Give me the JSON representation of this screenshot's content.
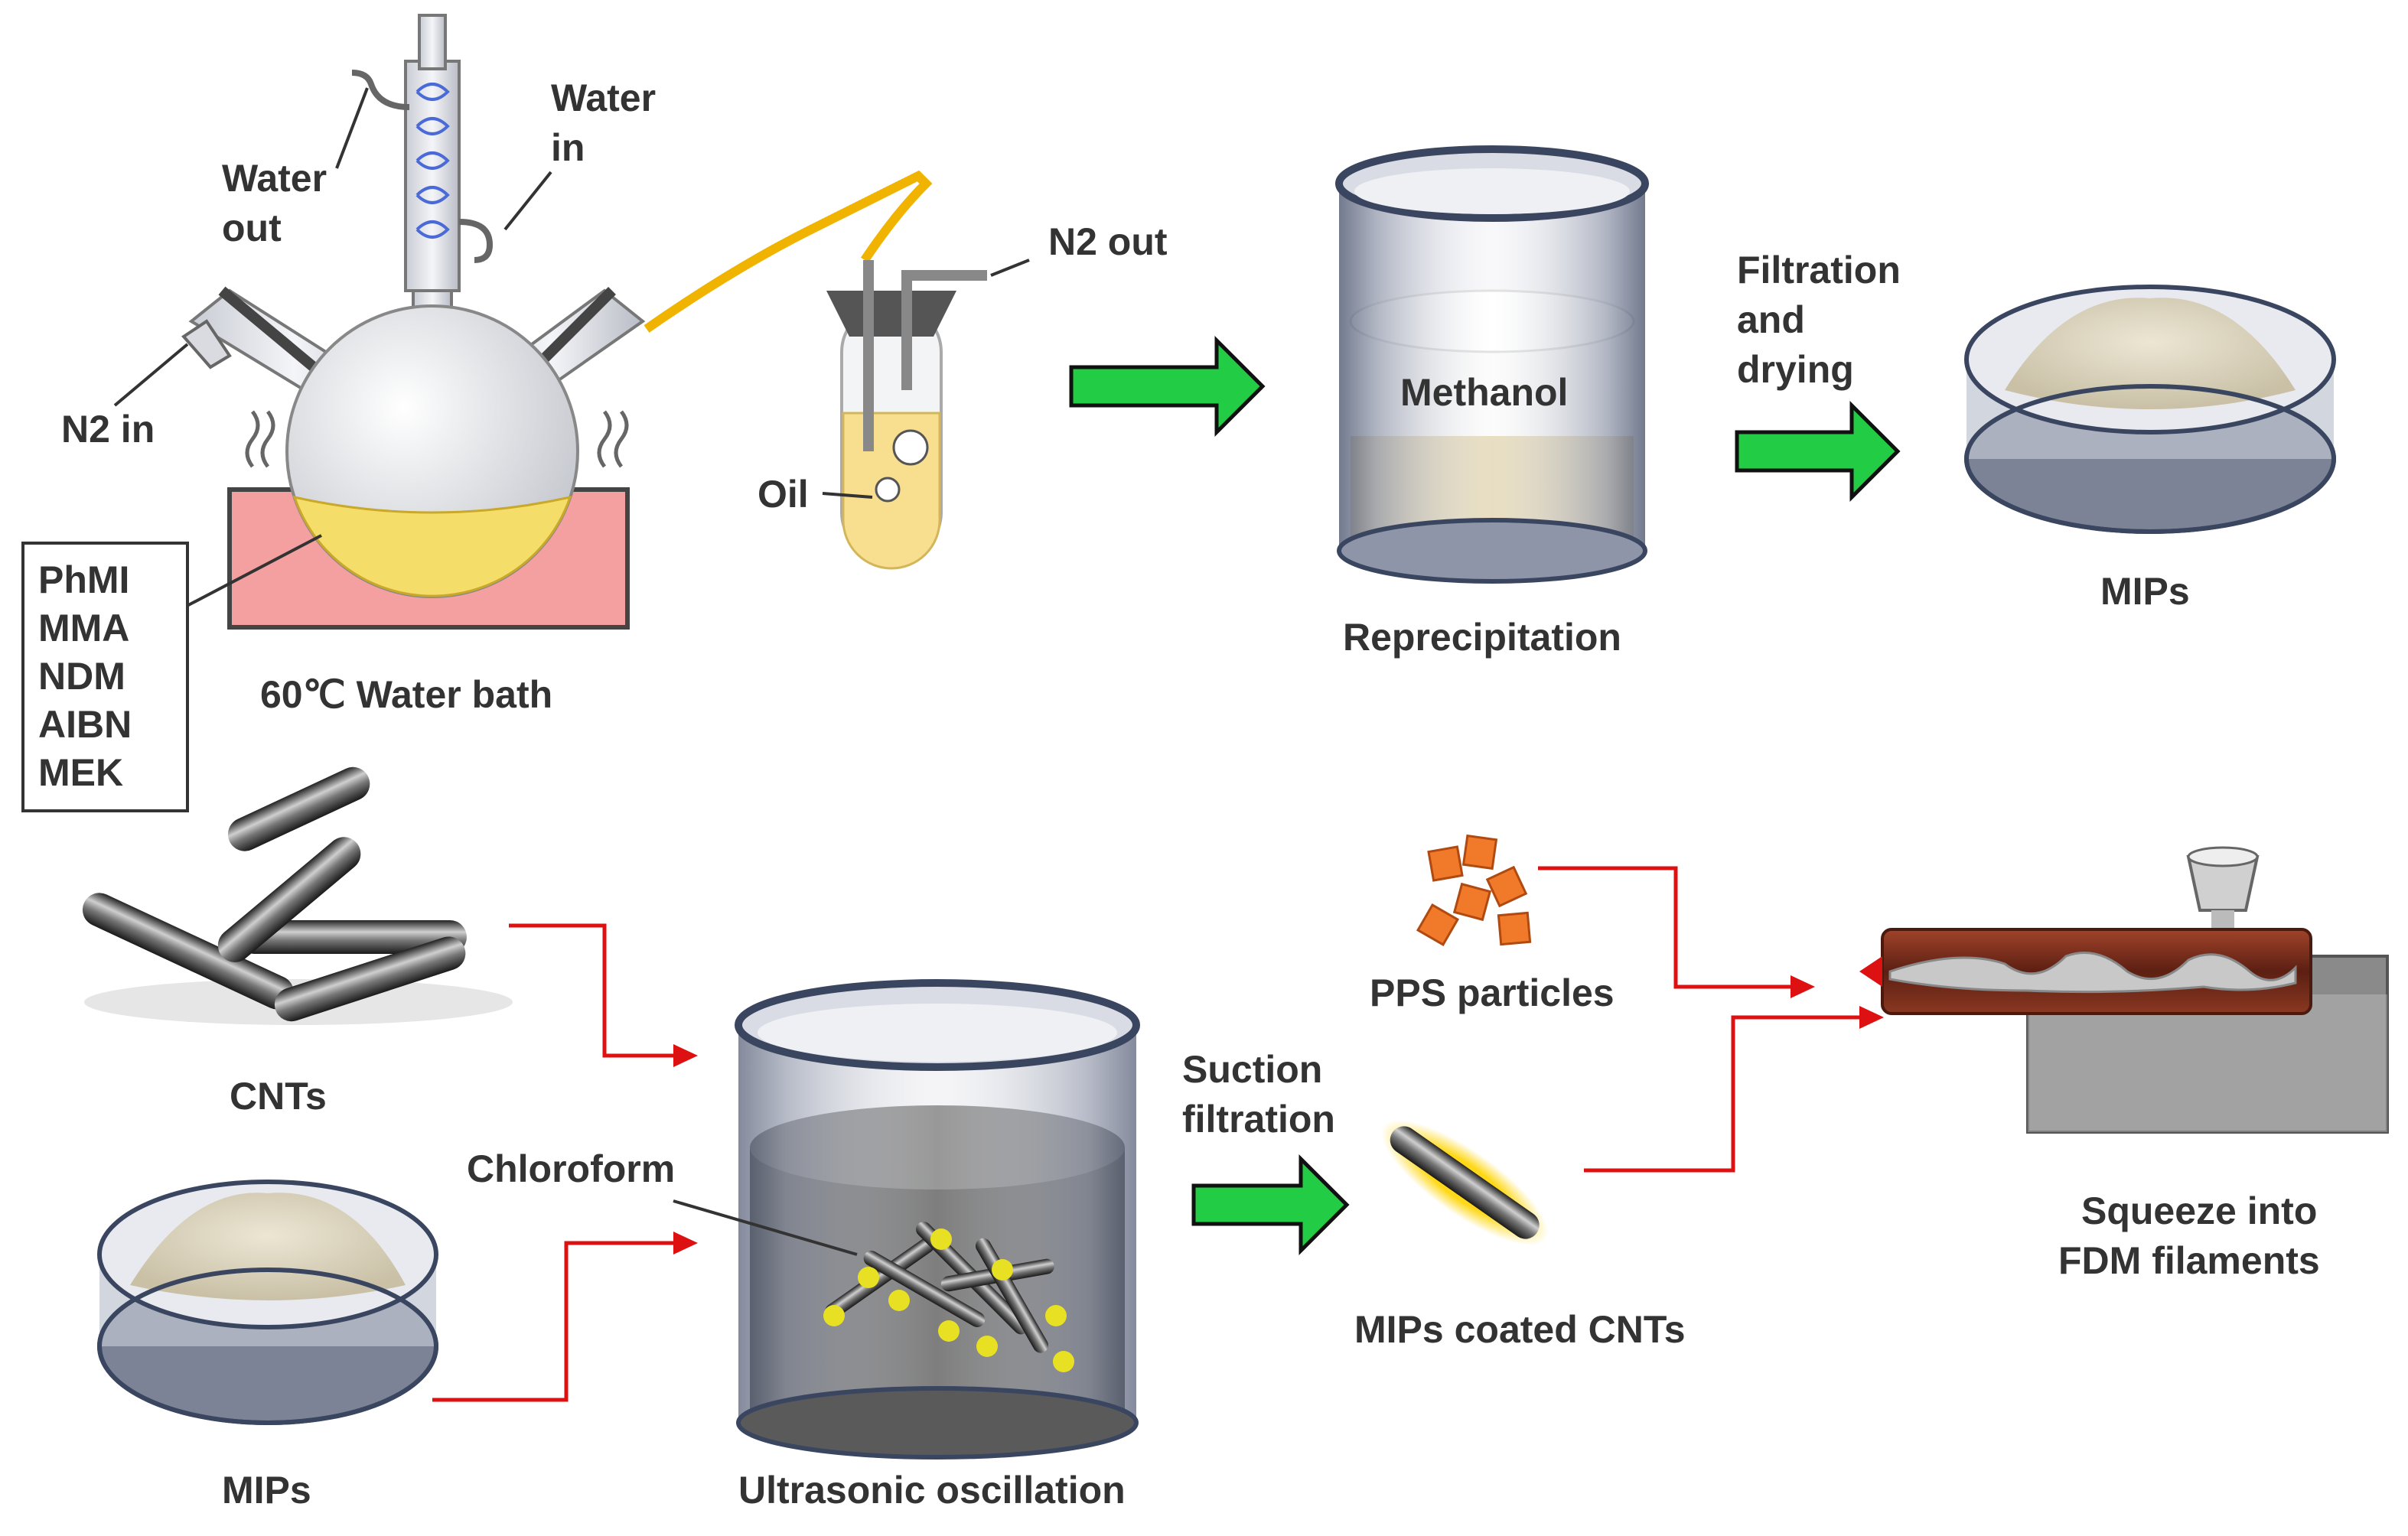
{
  "labels": {
    "water_out_1": "Water",
    "water_out_2": "out",
    "water_in_1": "Water",
    "water_in_2": "in",
    "n2_in": "N2 in",
    "n2_out": "N2 out",
    "oil": "Oil",
    "water_bath": "60℃ Water bath",
    "methanol": "Methanol",
    "reprecipitation": "Reprecipitation",
    "filtration_1": "Filtration",
    "filtration_2": "and",
    "filtration_3": "drying",
    "mips_top": "MIPs",
    "cnts": "CNTs",
    "mips_bottom": "MIPs",
    "chloroform": "Chloroform",
    "ultrasonic": "Ultrasonic oscillation",
    "suction_1": "Suction",
    "suction_2": "filtration",
    "mips_coated": "MIPs coated CNTs",
    "pps": "PPS particles",
    "squeeze_1": "Squeeze into",
    "squeeze_2": "FDM filaments"
  },
  "reagents": [
    "PhMI",
    "MMA",
    "NDM",
    "AIBN",
    "MEK"
  ],
  "colors": {
    "process_arrow": "#22cc44",
    "feed_line": "#dd1111",
    "bath": "#f4a0a0",
    "solution": "#f5dd6a",
    "sediment": "#e4d8b8",
    "pps_particle": "#f07a2a",
    "extruder_barrel": "#7a2e1c",
    "coating_glow": "#ffd400"
  }
}
